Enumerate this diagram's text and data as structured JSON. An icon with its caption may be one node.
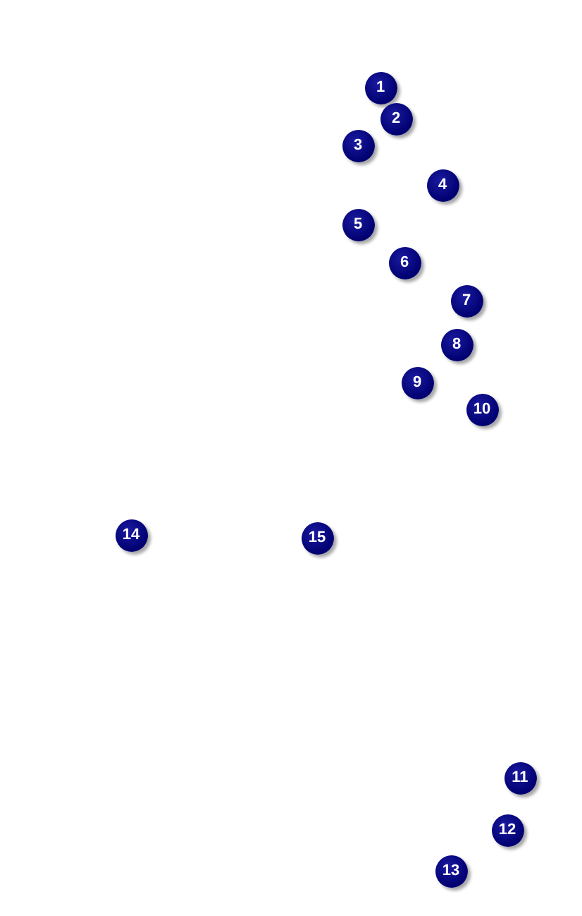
{
  "diagram": {
    "nodes": [
      {
        "text": [
          "1"
        ]
      },
      {
        "text": [
          "2"
        ]
      },
      {
        "text": [
          "3"
        ]
      },
      {
        "text": [
          "4"
        ]
      },
      {
        "text": [
          "5"
        ]
      },
      {
        "text": [
          "6"
        ]
      },
      {
        "text": [
          "7"
        ]
      },
      {
        "text": [
          "8"
        ]
      },
      {
        "text": [
          "9"
        ]
      },
      {
        "text": [
          "10"
        ]
      },
      {
        "text": [
          "11"
        ]
      },
      {
        "text": [
          "12"
        ]
      },
      {
        "text": [
          "13"
        ]
      },
      {
        "text": [
          "14"
        ]
      },
      {
        "text": [
          "15"
        ]
      }
    ]
  }
}
